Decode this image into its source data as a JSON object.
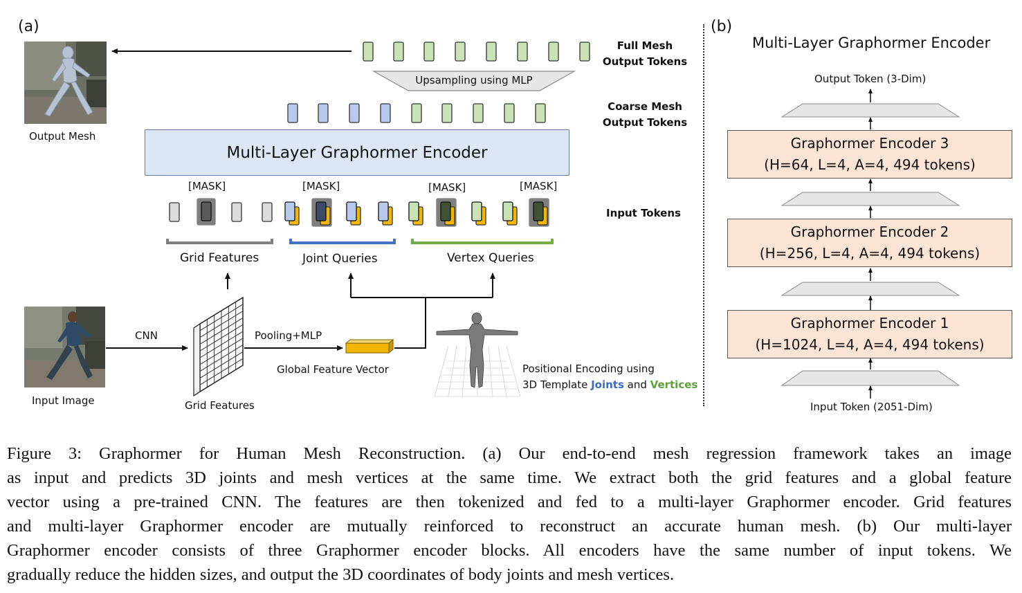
{
  "figure": {
    "panel_a": {
      "label": "(a)",
      "output_mesh_label": "Output Mesh",
      "full_mesh_tokens_label": [
        "Full Mesh",
        "Output Tokens"
      ],
      "upsampling_label": "Upsampling using MLP",
      "coarse_mesh_tokens_label": [
        "Coarse Mesh",
        "Output Tokens"
      ],
      "encoder_label": "Multi-Layer Graphormer Encoder",
      "mask_label": "[MASK]",
      "input_tokens_label": "Input Tokens",
      "grid_features_group_label": "Grid Features",
      "joint_queries_label": "Joint Queries",
      "vertex_queries_label": "Vertex Queries",
      "cnn_label": "CNN",
      "pooling_label": "Pooling+MLP",
      "global_feature_label": "Global Feature Vector",
      "grid_features_label": "Grid Features",
      "input_image_label": "Input Image",
      "positional_encoding_line1": "Positional Encoding using",
      "positional_encoding_line2_prefix": "3D Template ",
      "positional_encoding_joints": "Joints",
      "positional_encoding_and": " and ",
      "positional_encoding_vertices": "Vertices"
    },
    "panel_b": {
      "label": "(b)",
      "title": "Multi-Layer Graphormer Encoder",
      "output_token_label": "Output Token (3-Dim)",
      "input_token_label": "Input Token (2051-Dim)",
      "encoders": [
        {
          "name": "Graphormer Encoder 3",
          "params": "(H=64, L=4, A=4, 494 tokens)"
        },
        {
          "name": "Graphormer Encoder 2",
          "params": "(H=256, L=4, A=4, 494 tokens)"
        },
        {
          "name": "Graphormer Encoder 1",
          "params": "(H=1024, L=4, A=4, 494 tokens)"
        }
      ]
    },
    "colors": {
      "vertex_token": "#c9e3b6",
      "joint_token": "#b8c9eb",
      "grid_token": "#dcdcdc",
      "yellow": "#f2b705",
      "encoder_blue": "#dde6f5",
      "encoder_peach": "#fbe4d6"
    }
  },
  "caption": {
    "lines": [
      "Figure 3:  Graphormer for Human Mesh Reconstruction.  (a) Our end-to-end mesh regression framework takes an image",
      "as input and predicts 3D joints and mesh vertices at the same time.  We extract both the grid features and a global feature",
      "vector using a pre-trained CNN. The features are then tokenized and fed to a multi-layer Graphormer encoder. Grid features",
      "and multi-layer Graphormer encoder are mutually reinforced to reconstruct an accurate human mesh.  (b) Our multi-layer",
      "Graphormer encoder consists of three Graphormer encoder blocks.  All encoders have the same number of input tokens.  We",
      "gradually reduce the hidden sizes, and output the 3D coordinates of body joints and mesh vertices."
    ]
  }
}
